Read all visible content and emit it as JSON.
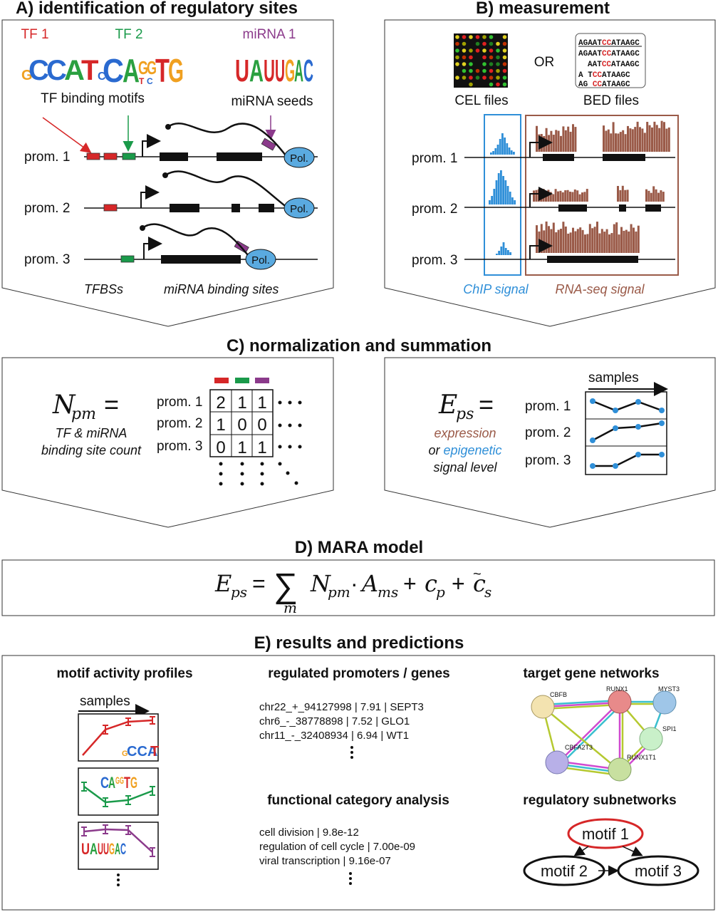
{
  "panelA": {
    "title": "A) identification of regulatory sites",
    "tf1": "TF 1",
    "tf2": "TF 2",
    "mirna1": "miRNA 1",
    "motif_tf1": "CCAT",
    "motif_tf2": "CAGGTG",
    "motif_mirna": "UAUUGAC",
    "tf_motifs_label": "TF binding motifs",
    "mirna_seeds_label": "miRNA seeds",
    "promoters": [
      "prom. 1",
      "prom. 2",
      "prom. 3"
    ],
    "pol": "Pol.",
    "tfbs_label": "TFBSs",
    "mirna_sites_label": "miRNA binding sites"
  },
  "panelB": {
    "title": "B) measurement",
    "or": "OR",
    "cel_label": "CEL files",
    "bed_label": "BED files",
    "bed_lines": [
      "AGAATCCATAAGC",
      "AGAATCCATAAGC",
      "AATCCATAAGC",
      "A    TCCATAAGC",
      "AG     CCATAAGC"
    ],
    "promoters": [
      "prom. 1",
      "prom. 2",
      "prom. 3"
    ],
    "chip_label": "ChIP signal",
    "rnaseq_label": "RNA-seq signal"
  },
  "panelC": {
    "title": "C) normalization and  summation",
    "npm_desc1": "TF & miRNA",
    "npm_desc2": "binding site count",
    "promoters": [
      "prom. 1",
      "prom. 2",
      "prom. 3"
    ],
    "matrix": [
      [
        "2",
        "1",
        "1"
      ],
      [
        "1",
        "0",
        "0"
      ],
      [
        "0",
        "1",
        "1"
      ]
    ],
    "samples": "samples",
    "eps_desc_expr": "expression",
    "eps_desc_or": "or",
    "eps_desc_epi": "epigenetic",
    "eps_desc_level": "signal level"
  },
  "panelD": {
    "title": "D) MARA model"
  },
  "panelE": {
    "title": "E) results and predictions",
    "col1_title": "motif activity profiles",
    "samples": "samples",
    "col2_title": "regulated promoters / genes",
    "promoter_results": [
      "chr22_+_94127998 | 7.91 | SEPT3",
      "chr6_-_38778898    | 7.52 | GLO1",
      "chr11_-_32408934  | 6.94 | WT1"
    ],
    "col2b_title": "functional category analysis",
    "category_results": [
      "cell division | 9.8e-12",
      "regulation of cell cycle | 7.00e-09",
      "viral transcription | 9.16e-07"
    ],
    "col3_title": "target gene networks",
    "genes": [
      "CBFB",
      "RUNX1",
      "MYST3",
      "SPI1",
      "CBFA2T3",
      "RUNX1T1"
    ],
    "col3b_title": "regulatory subnetworks",
    "motifs": [
      "motif 1",
      "motif 2",
      "motif 3"
    ]
  },
  "colors": {
    "tf1": "#d62728",
    "tf2": "#1a9a4a",
    "mirna": "#8b3a8b",
    "chip": "#2f8fd8",
    "rnaseq": "#9a5a48",
    "pol": "#5aaae0"
  }
}
